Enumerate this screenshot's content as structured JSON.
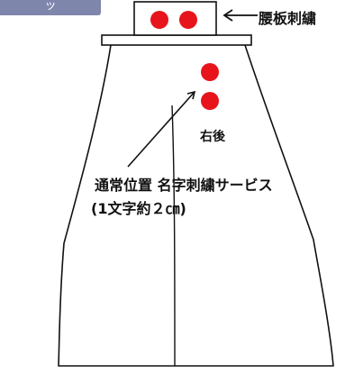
{
  "badge": {
    "text": "ッ"
  },
  "labels": {
    "koshiita_embroidery": "腰板刺繍",
    "right_back": "右後",
    "service_line1": "通常位置 名字刺繍サービス",
    "service_line2": "(1文字約２㎝)"
  },
  "colors": {
    "dot": "#e8141c",
    "line": "#111111",
    "badge": "#7f86ac"
  }
}
